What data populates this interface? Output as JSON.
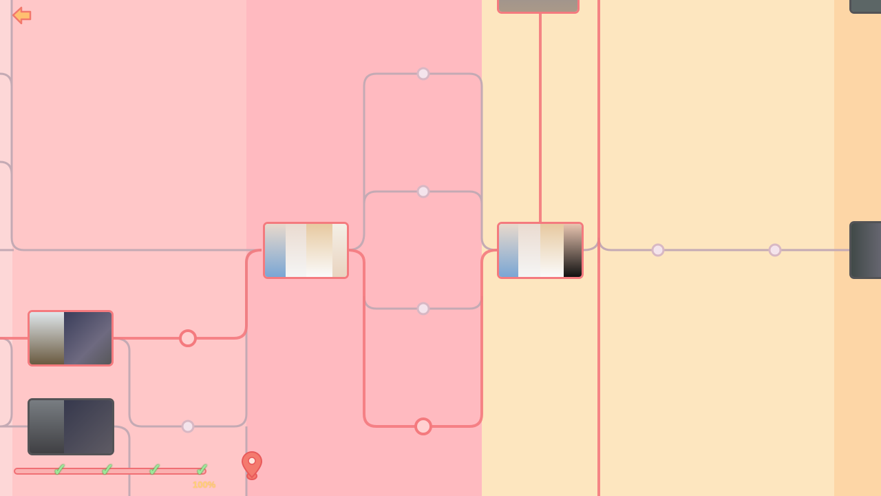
{
  "progress": {
    "label": "100%",
    "value": 100,
    "checkpoints": 4
  },
  "icons": {
    "back": "back-arrow-icon",
    "pin": "location-pin-icon",
    "check": "checkmark-icon"
  },
  "colors": {
    "active_path": "#f47a7e",
    "inactive_path": "#c4aab4",
    "check": "#9ee79a",
    "percent": "#ffd27a"
  }
}
